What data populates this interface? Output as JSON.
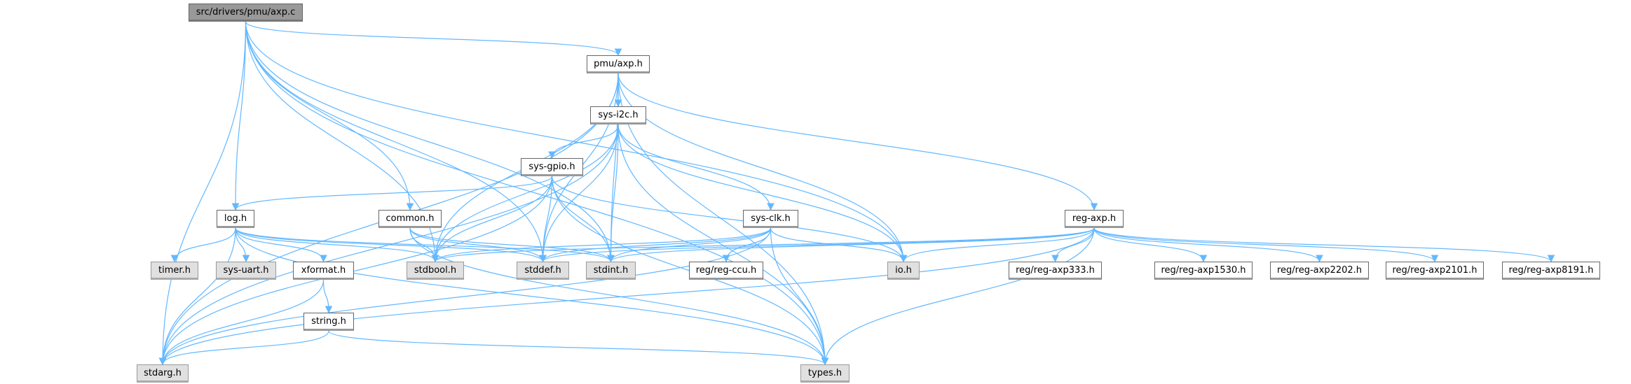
{
  "colors": {
    "edge": "#63b8ff",
    "root_fill": "#999999",
    "system_fill": "#e0e0e0",
    "node_fill": "#ffffff"
  },
  "nodes": [
    {
      "id": "axp_c",
      "label": "src/drivers/pmu/axp.c",
      "kind": "root"
    },
    {
      "id": "pmu_axp_h",
      "label": "pmu/axp.h",
      "kind": "normal"
    },
    {
      "id": "sys_i2c_h",
      "label": "sys-i2c.h",
      "kind": "normal"
    },
    {
      "id": "sys_gpio_h",
      "label": "sys-gpio.h",
      "kind": "normal"
    },
    {
      "id": "log_h",
      "label": "log.h",
      "kind": "normal"
    },
    {
      "id": "common_h",
      "label": "common.h",
      "kind": "normal"
    },
    {
      "id": "sys_clk_h",
      "label": "sys-clk.h",
      "kind": "normal"
    },
    {
      "id": "reg_axp_h",
      "label": "reg-axp.h",
      "kind": "normal"
    },
    {
      "id": "timer_h",
      "label": "timer.h",
      "kind": "sys"
    },
    {
      "id": "sys_uart_h",
      "label": "sys-uart.h",
      "kind": "sys"
    },
    {
      "id": "xformat_h",
      "label": "xformat.h",
      "kind": "normal"
    },
    {
      "id": "stdbool_h",
      "label": "stdbool.h",
      "kind": "sys"
    },
    {
      "id": "stddef_h",
      "label": "stddef.h",
      "kind": "sys"
    },
    {
      "id": "stdint_h",
      "label": "stdint.h",
      "kind": "sys"
    },
    {
      "id": "reg_ccu_h",
      "label": "reg/reg-ccu.h",
      "kind": "normal"
    },
    {
      "id": "io_h",
      "label": "io.h",
      "kind": "sys"
    },
    {
      "id": "reg_axp333_h",
      "label": "reg/reg-axp333.h",
      "kind": "normal"
    },
    {
      "id": "reg_axp1530_h",
      "label": "reg/reg-axp1530.h",
      "kind": "normal"
    },
    {
      "id": "reg_axp2202_h",
      "label": "reg/reg-axp2202.h",
      "kind": "normal"
    },
    {
      "id": "reg_axp2101_h",
      "label": "reg/reg-axp2101.h",
      "kind": "normal"
    },
    {
      "id": "reg_axp8191_h",
      "label": "reg/reg-axp8191.h",
      "kind": "normal"
    },
    {
      "id": "string_h",
      "label": "string.h",
      "kind": "normal"
    },
    {
      "id": "stdarg_h",
      "label": "stdarg.h",
      "kind": "sys"
    },
    {
      "id": "types_h",
      "label": "types.h",
      "kind": "sys"
    }
  ],
  "edges": [
    [
      "axp_c",
      "pmu_axp_h"
    ],
    [
      "axp_c",
      "log_h"
    ],
    [
      "axp_c",
      "common_h"
    ],
    [
      "axp_c",
      "stdarg_h"
    ],
    [
      "axp_c",
      "stdbool_h"
    ],
    [
      "axp_c",
      "stddef_h"
    ],
    [
      "axp_c",
      "stdint_h"
    ],
    [
      "axp_c",
      "io_h"
    ],
    [
      "axp_c",
      "types_h"
    ],
    [
      "pmu_axp_h",
      "sys_i2c_h"
    ],
    [
      "pmu_axp_h",
      "reg_axp_h"
    ],
    [
      "pmu_axp_h",
      "stdarg_h"
    ],
    [
      "pmu_axp_h",
      "stdbool_h"
    ],
    [
      "pmu_axp_h",
      "stddef_h"
    ],
    [
      "pmu_axp_h",
      "stdint_h"
    ],
    [
      "pmu_axp_h",
      "io_h"
    ],
    [
      "pmu_axp_h",
      "types_h"
    ],
    [
      "sys_i2c_h",
      "sys_gpio_h"
    ],
    [
      "sys_i2c_h",
      "sys_clk_h"
    ],
    [
      "sys_i2c_h",
      "stdarg_h"
    ],
    [
      "sys_i2c_h",
      "stdbool_h"
    ],
    [
      "sys_i2c_h",
      "stddef_h"
    ],
    [
      "sys_i2c_h",
      "stdint_h"
    ],
    [
      "sys_i2c_h",
      "io_h"
    ],
    [
      "sys_i2c_h",
      "types_h"
    ],
    [
      "sys_gpio_h",
      "log_h"
    ],
    [
      "sys_gpio_h",
      "stdarg_h"
    ],
    [
      "sys_gpio_h",
      "stdbool_h"
    ],
    [
      "sys_gpio_h",
      "stddef_h"
    ],
    [
      "sys_gpio_h",
      "stdint_h"
    ],
    [
      "sys_gpio_h",
      "io_h"
    ],
    [
      "sys_gpio_h",
      "types_h"
    ],
    [
      "log_h",
      "timer_h"
    ],
    [
      "log_h",
      "sys_uart_h"
    ],
    [
      "log_h",
      "xformat_h"
    ],
    [
      "log_h",
      "stdbool_h"
    ],
    [
      "log_h",
      "stddef_h"
    ],
    [
      "log_h",
      "stdint_h"
    ],
    [
      "log_h",
      "types_h"
    ],
    [
      "log_h",
      "stdarg_h"
    ],
    [
      "common_h",
      "stdbool_h"
    ],
    [
      "common_h",
      "stddef_h"
    ],
    [
      "common_h",
      "stdint_h"
    ],
    [
      "common_h",
      "types_h"
    ],
    [
      "xformat_h",
      "string_h"
    ],
    [
      "xformat_h",
      "stdarg_h"
    ],
    [
      "string_h",
      "stdarg_h"
    ],
    [
      "string_h",
      "types_h"
    ],
    [
      "sys_clk_h",
      "reg_ccu_h"
    ],
    [
      "sys_clk_h",
      "io_h"
    ],
    [
      "sys_clk_h",
      "types_h"
    ],
    [
      "sys_clk_h",
      "stdbool_h"
    ],
    [
      "sys_clk_h",
      "stddef_h"
    ],
    [
      "sys_clk_h",
      "stdint_h"
    ],
    [
      "sys_clk_h",
      "stdarg_h"
    ],
    [
      "reg_axp_h",
      "reg_axp333_h"
    ],
    [
      "reg_axp_h",
      "reg_axp1530_h"
    ],
    [
      "reg_axp_h",
      "reg_axp2202_h"
    ],
    [
      "reg_axp_h",
      "reg_axp2101_h"
    ],
    [
      "reg_axp_h",
      "reg_axp8191_h"
    ],
    [
      "reg_axp_h",
      "io_h"
    ],
    [
      "reg_axp_h",
      "types_h"
    ],
    [
      "reg_axp_h",
      "stdarg_h"
    ],
    [
      "reg_axp_h",
      "stdbool_h"
    ],
    [
      "reg_axp_h",
      "stddef_h"
    ],
    [
      "reg_axp_h",
      "stdint_h"
    ]
  ]
}
